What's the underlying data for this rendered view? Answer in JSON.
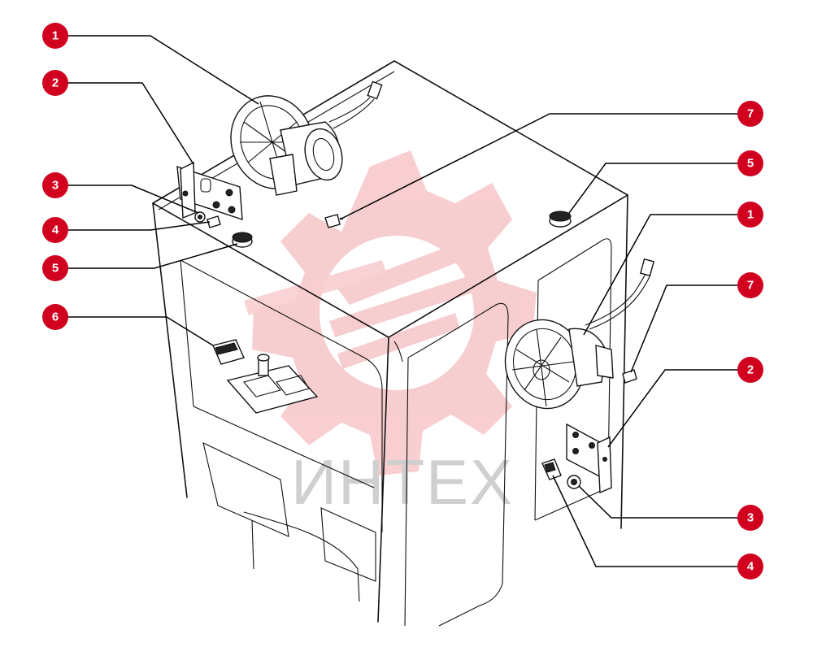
{
  "watermark": {
    "text": "ИНТЕХ",
    "color_gear": "#f7c9cc",
    "color_text": "#cfcfcf"
  },
  "callout_color": "#d1001f",
  "callouts": [
    {
      "id": "left-1",
      "label": "1"
    },
    {
      "id": "left-2",
      "label": "2"
    },
    {
      "id": "left-3",
      "label": "3"
    },
    {
      "id": "left-4",
      "label": "4"
    },
    {
      "id": "left-5",
      "label": "5"
    },
    {
      "id": "left-6",
      "label": "6"
    },
    {
      "id": "right-7-top",
      "label": "7"
    },
    {
      "id": "right-5",
      "label": "5"
    },
    {
      "id": "right-1",
      "label": "1"
    },
    {
      "id": "right-7",
      "label": "7"
    },
    {
      "id": "right-2",
      "label": "2"
    },
    {
      "id": "right-3",
      "label": "3"
    },
    {
      "id": "right-4",
      "label": "4"
    }
  ]
}
